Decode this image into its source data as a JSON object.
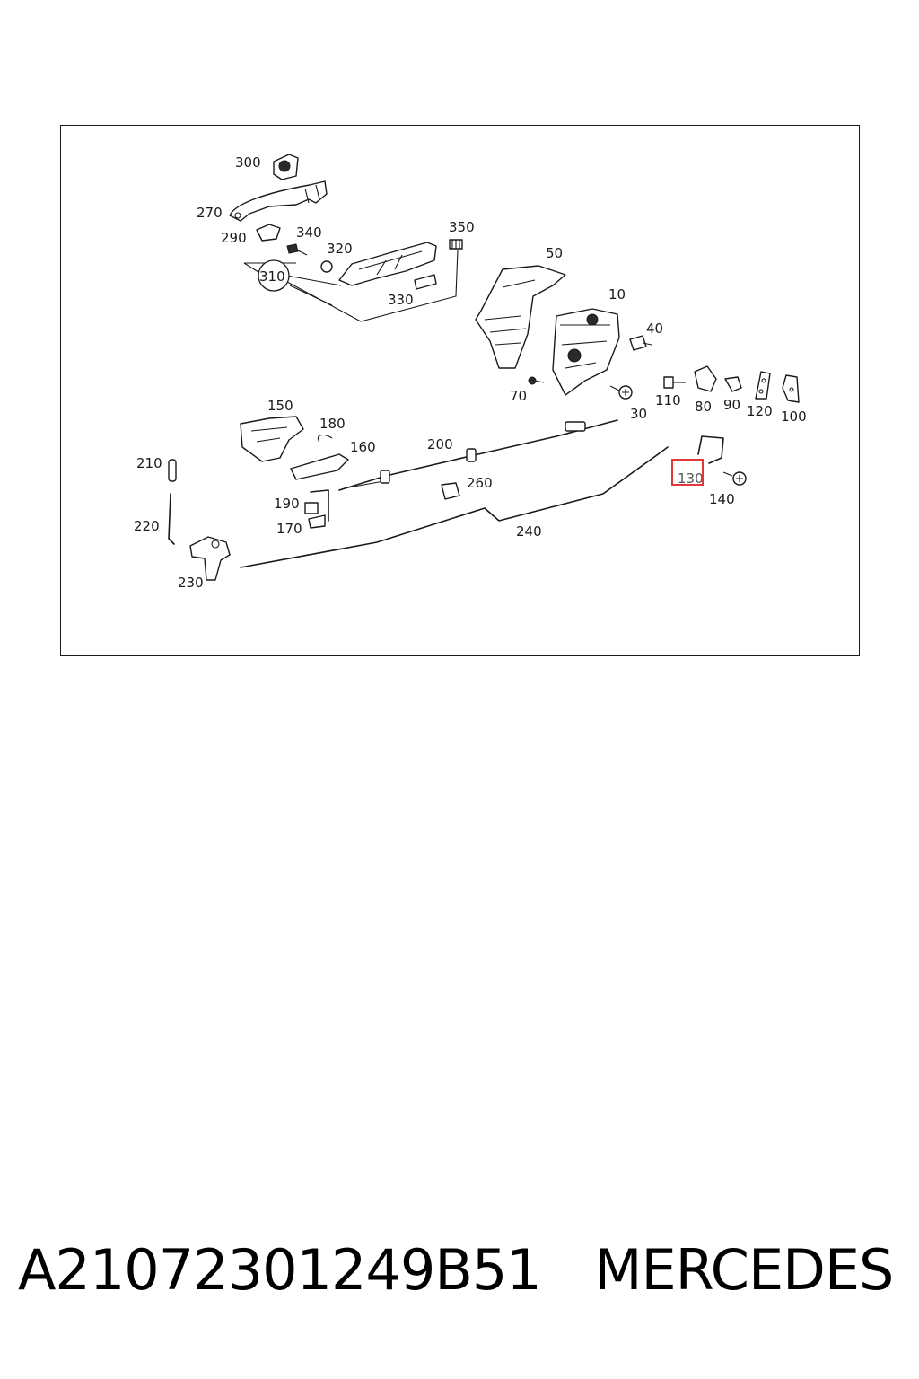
{
  "diagram": {
    "callouts": [
      "300",
      "270",
      "290",
      "340",
      "320",
      "350",
      "310",
      "330",
      "50",
      "10",
      "40",
      "70",
      "110",
      "80",
      "90",
      "120",
      "100",
      "30",
      "150",
      "180",
      "160",
      "200",
      "210",
      "130",
      "140",
      "190",
      "260",
      "170",
      "220",
      "240",
      "230"
    ],
    "highlighted": "130"
  },
  "footer": {
    "part_number": "A21072301249B51",
    "brand": "MERCEDES"
  }
}
